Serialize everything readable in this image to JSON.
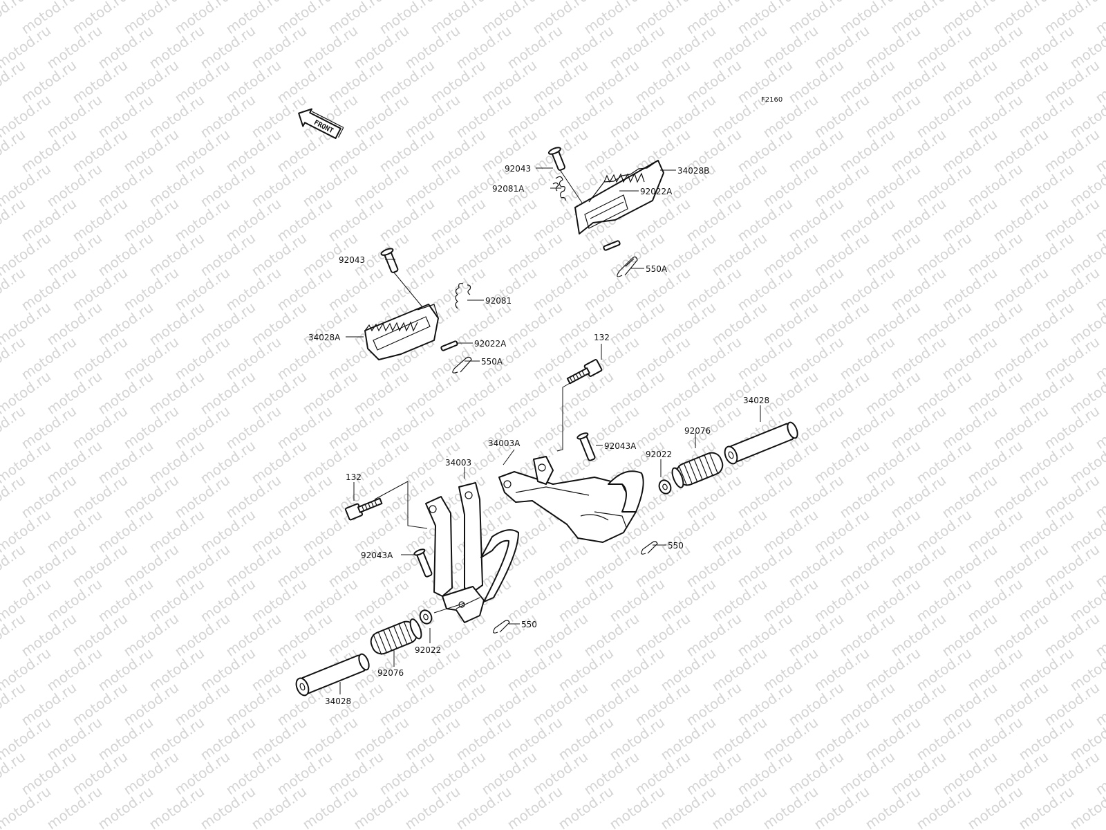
{
  "diagram": {
    "code": "F2160",
    "front_label": "FRONT",
    "watermark": "motod.ru",
    "parts": [
      {
        "id": "p1",
        "label": "92043"
      },
      {
        "id": "p2",
        "label": "34028B"
      },
      {
        "id": "p3",
        "label": "92081A"
      },
      {
        "id": "p4",
        "label": "92022A"
      },
      {
        "id": "p5",
        "label": "550A"
      },
      {
        "id": "p6",
        "label": "92043"
      },
      {
        "id": "p7",
        "label": "92081"
      },
      {
        "id": "p8",
        "label": "34028A"
      },
      {
        "id": "p9",
        "label": "92022A"
      },
      {
        "id": "p10",
        "label": "550A"
      },
      {
        "id": "p11",
        "label": "132"
      },
      {
        "id": "p12",
        "label": "34028"
      },
      {
        "id": "p13",
        "label": "34003A"
      },
      {
        "id": "p14",
        "label": "92043A"
      },
      {
        "id": "p15",
        "label": "92076"
      },
      {
        "id": "p16",
        "label": "92022"
      },
      {
        "id": "p17",
        "label": "34003"
      },
      {
        "id": "p18",
        "label": "132"
      },
      {
        "id": "p19",
        "label": "550"
      },
      {
        "id": "p20",
        "label": "92043A"
      },
      {
        "id": "p21",
        "label": "550"
      },
      {
        "id": "p22",
        "label": "92022"
      },
      {
        "id": "p23",
        "label": "92076"
      },
      {
        "id": "p24",
        "label": "34028"
      }
    ]
  }
}
